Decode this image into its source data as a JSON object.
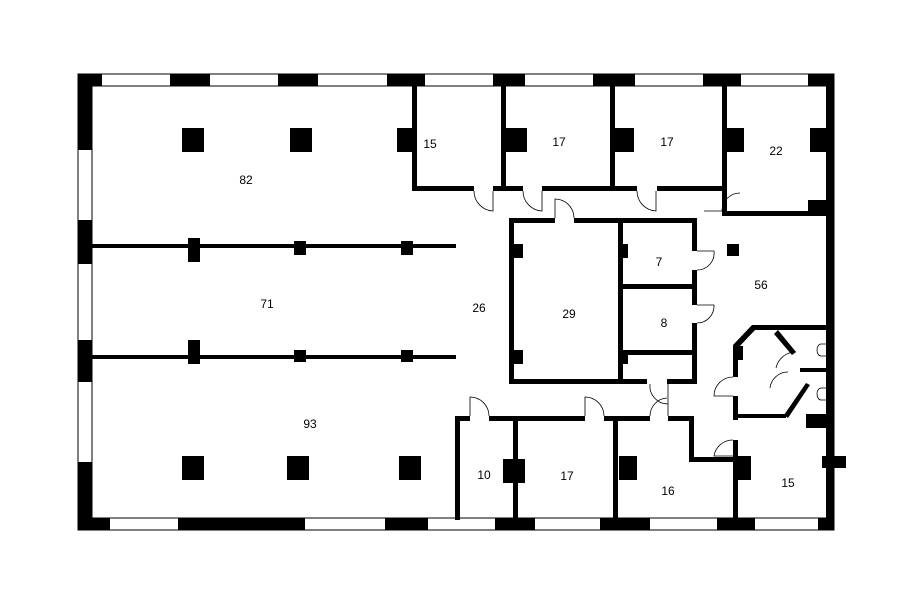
{
  "floor_plan": {
    "rooms": [
      {
        "id": "r82",
        "area": "82"
      },
      {
        "id": "r15a",
        "area": "15"
      },
      {
        "id": "r17a",
        "area": "17"
      },
      {
        "id": "r17b",
        "area": "17"
      },
      {
        "id": "r22",
        "area": "22"
      },
      {
        "id": "r71",
        "area": "71"
      },
      {
        "id": "r26",
        "area": "26"
      },
      {
        "id": "r29",
        "area": "29"
      },
      {
        "id": "r7",
        "area": "7"
      },
      {
        "id": "r8",
        "area": "8"
      },
      {
        "id": "r56",
        "area": "56"
      },
      {
        "id": "r93",
        "area": "93"
      },
      {
        "id": "r10",
        "area": "10"
      },
      {
        "id": "r17c",
        "area": "17"
      },
      {
        "id": "r16",
        "area": "16"
      },
      {
        "id": "r15b",
        "area": "15"
      }
    ],
    "colors": {
      "wall": "#000000",
      "window": "#ffffff",
      "background": "#ffffff"
    }
  }
}
